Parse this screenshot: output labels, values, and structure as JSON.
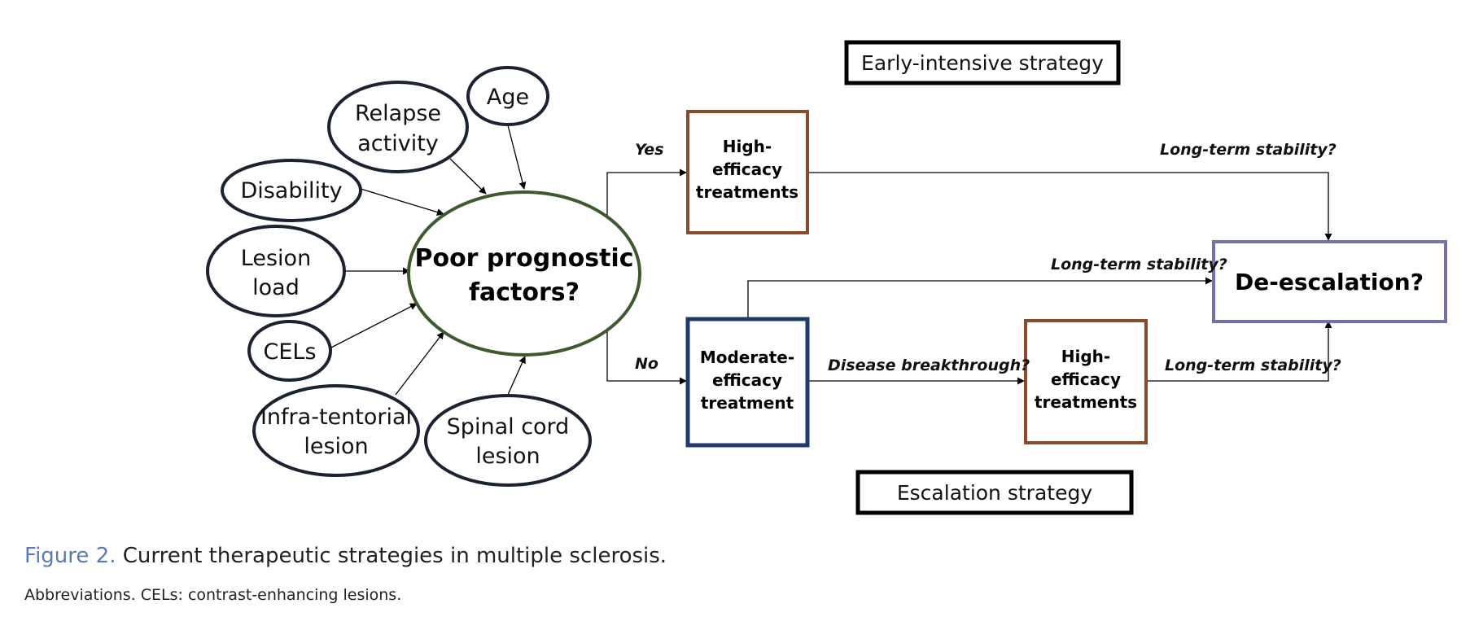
{
  "factors": {
    "age": "Age",
    "relapse": [
      "Relapse",
      "activity"
    ],
    "disability": "Disability",
    "lesion_load": [
      "Lesion",
      "load"
    ],
    "cels": "CELs",
    "infratentorial": [
      "Infra-tentorial",
      "lesion"
    ],
    "spinal": [
      "Spinal cord",
      "lesion"
    ]
  },
  "decision": [
    "Poor prognostic",
    "factors?"
  ],
  "branches": {
    "yes": "Yes",
    "no": "No"
  },
  "nodes": {
    "high_efficacy_1": [
      "High-",
      "efficacy",
      "treatments"
    ],
    "moderate": [
      "Moderate-",
      "efficacy",
      "treatment"
    ],
    "high_efficacy_2": [
      "High-",
      "efficacy",
      "treatments"
    ],
    "de_escalation": "De-escalation?"
  },
  "edge_labels": {
    "long_term_top": "Long-term stability?",
    "long_term_mid": "Long-term stability?",
    "disease_breakthrough": "Disease breakthrough?",
    "long_term_bottom": "Long-term stability?"
  },
  "strategies": {
    "early": "Early-intensive strategy",
    "escalation": "Escalation strategy"
  },
  "caption": {
    "figure_label": "Figure 2.",
    "text": "Current therapeutic strategies in multiple sclerosis.",
    "abbreviations": "Abbreviations. CELs: contrast-enhancing lesions."
  }
}
